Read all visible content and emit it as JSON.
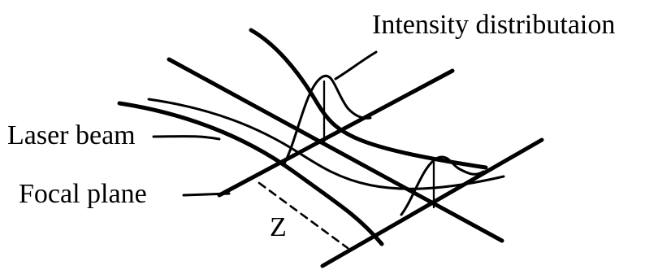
{
  "diagram": {
    "labels": {
      "intensity_distribution": "Intensity distributaion",
      "laser_beam": "Laser beam",
      "focal_plane": "Focal plane",
      "z": "Z"
    }
  }
}
